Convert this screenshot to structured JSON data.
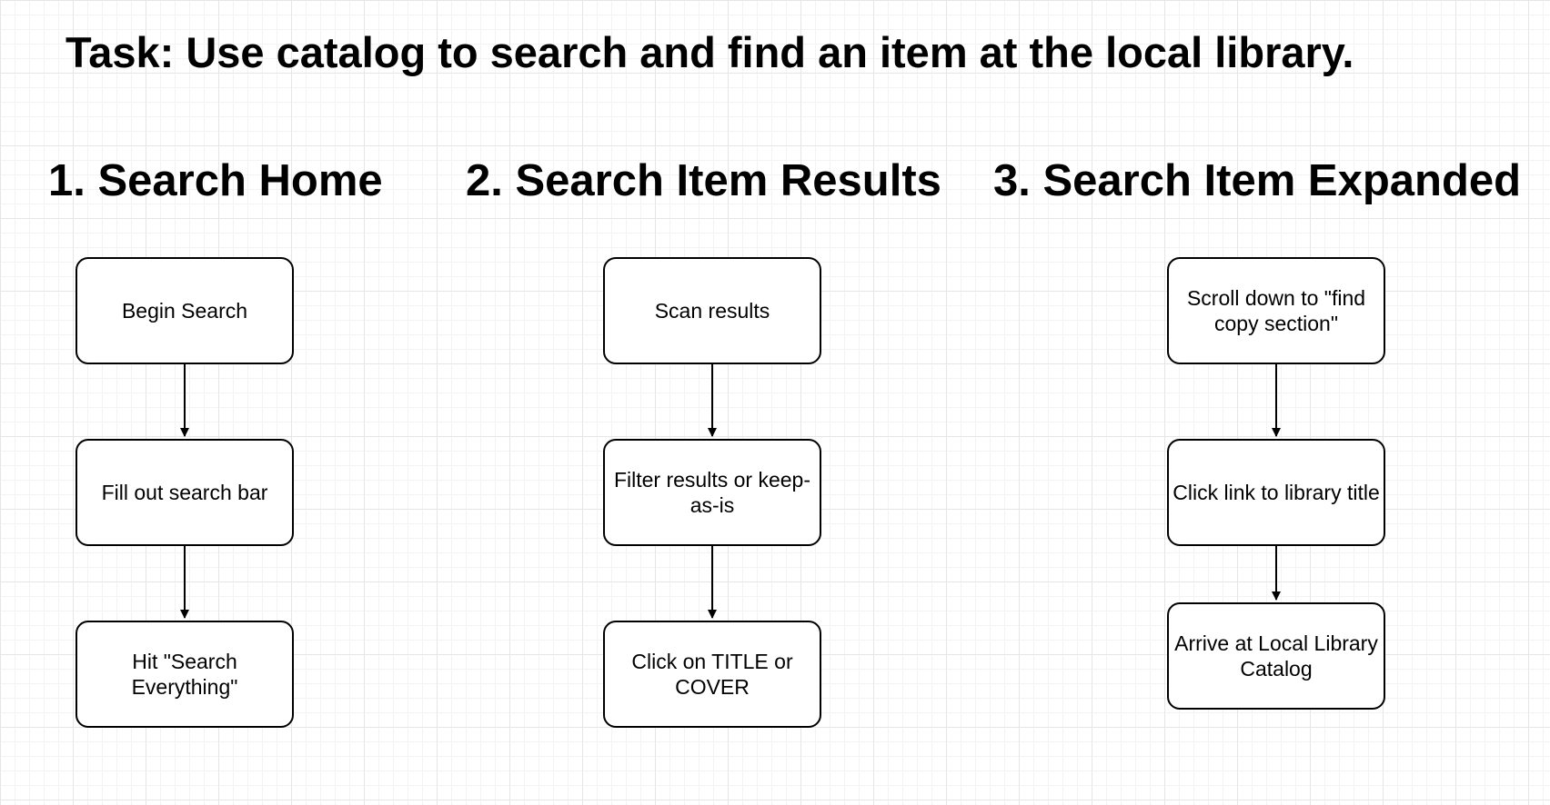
{
  "title": "Task: Use catalog to search and find an item at the local library.",
  "columns": [
    {
      "heading": "1. Search Home",
      "steps": [
        "Begin Search",
        "Fill out search bar",
        "Hit \"Search Everything\""
      ]
    },
    {
      "heading": "2. Search Item Results",
      "steps": [
        "Scan results",
        "Filter results or keep-as-is",
        "Click on TITLE or COVER"
      ]
    },
    {
      "heading": "3. Search Item Expanded",
      "steps": [
        "Scroll down to \"find copy section\"",
        "Click link to library title",
        "Arrive at Local Library Catalog"
      ]
    }
  ]
}
